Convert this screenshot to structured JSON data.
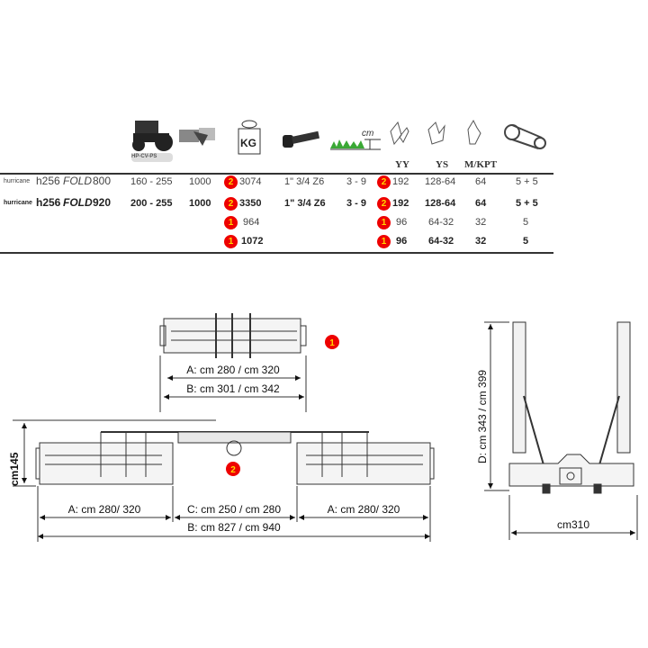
{
  "header": {
    "hp_label": "HP-CV-PS",
    "kg_label": "KG",
    "cm_label": "cm",
    "col_yy": "YY",
    "col_ys": "YS",
    "col_mkpt": "M/KPT"
  },
  "rows": [
    {
      "brand": "hurricane",
      "model": "h256",
      "fold": "FOLD",
      "size": "800",
      "hp": "160 - 255",
      "rpm": "1000",
      "weight_badge": "2",
      "weight": "3074",
      "pto": "1\" 3/4 Z6",
      "height": "3 - 9",
      "blade_badge": "2",
      "yy": "192",
      "ys": "128-64",
      "mkpt": "64",
      "belts": "5 + 5"
    },
    {
      "brand": "hurricane",
      "model": "h256",
      "fold": "FOLD",
      "size": "920",
      "hp": "200 - 255",
      "rpm": "1000",
      "weight_badge": "2",
      "weight": "3350",
      "pto": "1\" 3/4 Z6",
      "height": "3 - 9",
      "blade_badge": "2",
      "yy": "192",
      "ys": "128-64",
      "mkpt": "64",
      "belts": "5 + 5"
    },
    {
      "weight_badge": "1",
      "weight": "964",
      "blade_badge": "1",
      "yy": "96",
      "ys": "64-32",
      "mkpt": "32",
      "belts": "5"
    },
    {
      "weight_badge": "1",
      "weight": "1072",
      "blade_badge": "1",
      "yy": "96",
      "ys": "64-32",
      "mkpt": "32",
      "belts": "5"
    }
  ],
  "diagrams": {
    "top": {
      "badge": "1",
      "a": "A: cm 280 / cm 320",
      "b": "B: cm 301  / cm 342"
    },
    "front": {
      "badge": "2",
      "height": "cm145",
      "a_left": "A: cm 280/ 320",
      "c": "C: cm 250 / cm 280",
      "a_right": "A: cm 280/ 320",
      "b": "B: cm 827 / cm 940"
    },
    "side": {
      "d": "D: cm 343 / cm 399",
      "width": "cm310"
    }
  },
  "colors": {
    "badge": "#e00000",
    "badge_text": "#ffd700",
    "grass": "#3aa835"
  }
}
